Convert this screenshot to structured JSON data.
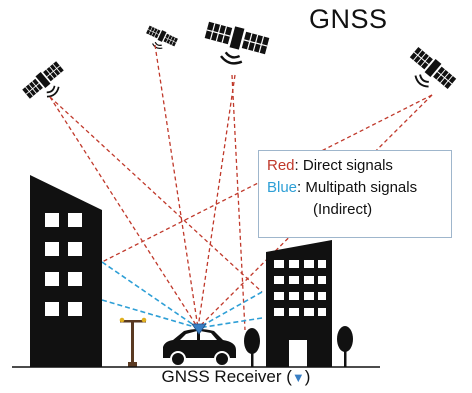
{
  "title": "GNSS",
  "legend": {
    "red_word": "Red",
    "red_rest": ": Direct signals",
    "blue_word": "Blue",
    "blue_rest": ": Multipath signals",
    "indirect": "(Indirect)"
  },
  "caption": {
    "prefix": "GNSS Receiver (",
    "symbol": "▼",
    "suffix": ")"
  },
  "colors": {
    "direct": "#c0392b",
    "multipath": "#2e9fd6",
    "receiver": "#3a7fc4",
    "building": "#111111"
  },
  "icons": [
    "satellite-icon",
    "building-icon",
    "car-icon",
    "tree-icon",
    "street-lamp-icon",
    "receiver-icon"
  ]
}
